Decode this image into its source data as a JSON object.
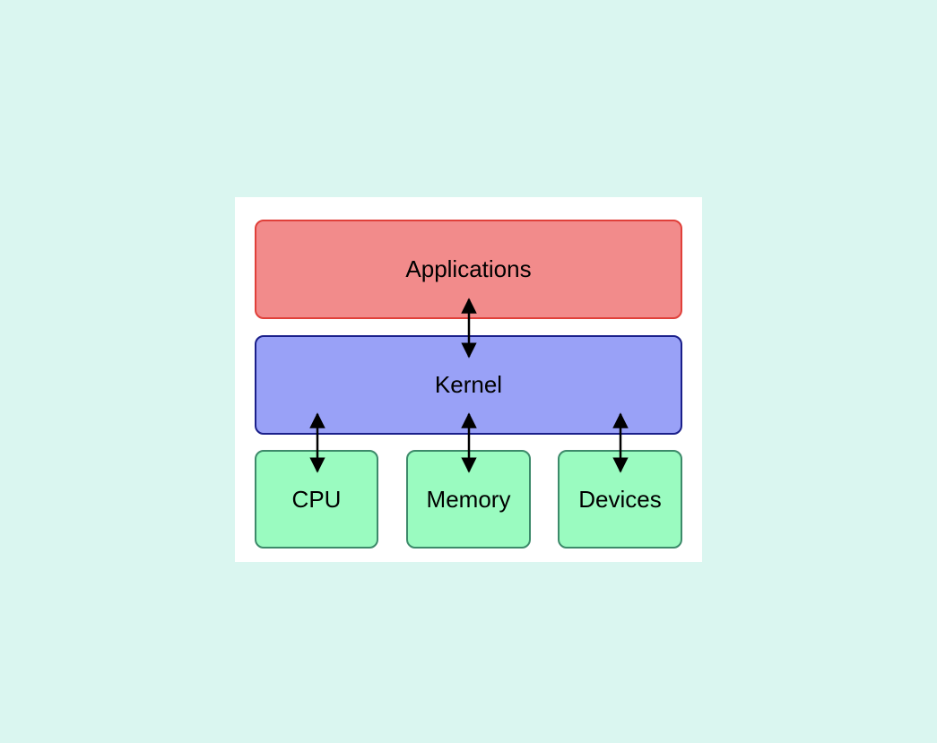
{
  "diagram": {
    "applications": {
      "label": "Applications",
      "fill": "#f28b8b",
      "stroke": "#e0403a"
    },
    "kernel": {
      "label": "Kernel",
      "fill": "#99a1f7",
      "stroke": "#1a1f8a"
    },
    "hardware": [
      {
        "label": "CPU",
        "fill": "#9afbc0",
        "stroke": "#3d8a6a"
      },
      {
        "label": "Memory",
        "fill": "#9afbc0",
        "stroke": "#3d8a6a"
      },
      {
        "label": "Devices",
        "fill": "#9afbc0",
        "stroke": "#3d8a6a"
      }
    ],
    "arrow_color": "#000000"
  }
}
